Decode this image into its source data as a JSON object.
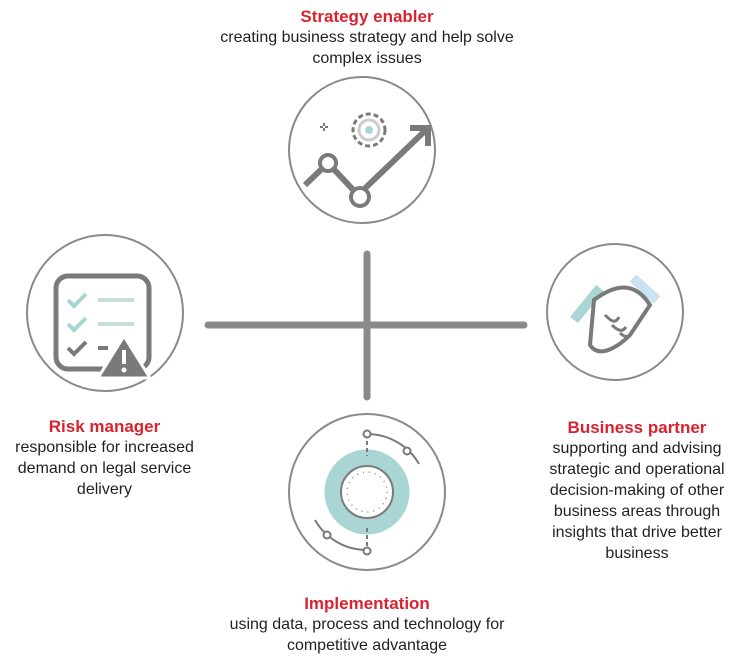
{
  "roles": {
    "strategy": {
      "title": "Strategy enabler",
      "desc": "creating business strategy and help solve complex issues",
      "icon": "growth-chart-gear-icon"
    },
    "risk": {
      "title": "Risk manager",
      "desc": "responsible for increased demand on legal service delivery",
      "icon": "checklist-warning-icon"
    },
    "partner": {
      "title": "Business partner",
      "desc": "supporting and advising strategic and operational decision-making of other business areas through insights that drive better business",
      "icon": "handshake-icon"
    },
    "implementation": {
      "title": "Implementation",
      "desc": "using data, process and technology for competitive advantage",
      "icon": "process-cycle-icon"
    }
  },
  "colors": {
    "title": "#d9232e",
    "icon": "#7a7a7a",
    "accent": "#a9d6d4"
  }
}
